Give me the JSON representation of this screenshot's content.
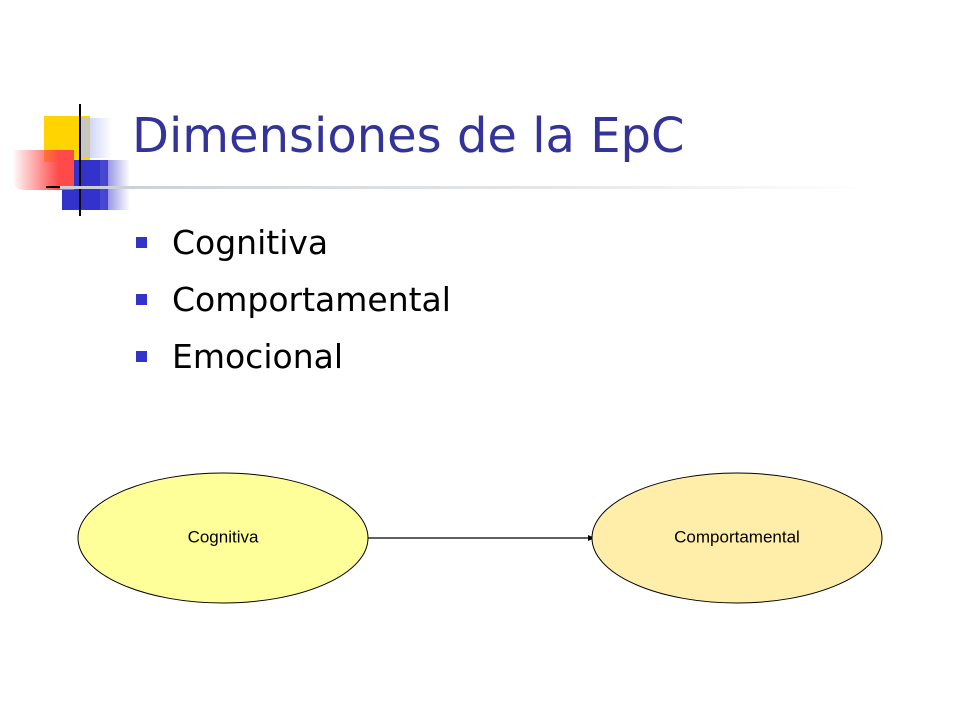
{
  "slide": {
    "title": "Dimensiones de la EpC",
    "bullets": [
      {
        "text": "Cognitiva"
      },
      {
        "text": "Comportamental"
      },
      {
        "text": "Emocional"
      }
    ]
  },
  "diagram": {
    "nodes": [
      {
        "id": "cognitiva",
        "label": "Cognitiva",
        "fill": "#ffff99"
      },
      {
        "id": "comportamental",
        "label": "Comportamental",
        "fill": "#ffeeaa"
      }
    ],
    "edges": [
      {
        "from": "cognitiva",
        "to": "comportamental",
        "arrow": "end"
      }
    ]
  },
  "colors": {
    "title": "#333399",
    "bullet": "#3333cc",
    "logo_yellow": "#ffd400",
    "logo_blue": "#3333cc",
    "logo_red": "#ff4a4a"
  }
}
